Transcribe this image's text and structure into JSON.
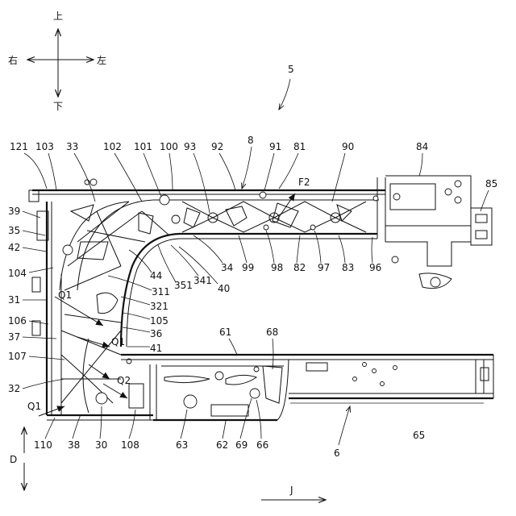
{
  "directions": {
    "up": "上",
    "down": "下",
    "right": "右",
    "left": "左",
    "D": "D",
    "J": "J"
  },
  "assembly_ref": "5",
  "force_label": "F2",
  "callouts": {
    "c121": "121",
    "c103": "103",
    "c33": "33",
    "c102": "102",
    "c101": "101",
    "c100": "100",
    "c93": "93",
    "c92": "92",
    "c8": "8",
    "c91": "91",
    "c81": "81",
    "c90": "90",
    "c84": "84",
    "c85": "85",
    "c39": "39",
    "c35": "35",
    "c42": "42",
    "c104": "104",
    "c34": "34",
    "c99": "99",
    "c98": "98",
    "c82": "82",
    "c97": "97",
    "c83": "83",
    "c96": "96",
    "c44": "44",
    "c341": "341",
    "c40": "40",
    "c311": "311",
    "c351": "351",
    "c321": "321",
    "c105": "105",
    "c31": "31",
    "c106": "106",
    "c37": "37",
    "c107": "107",
    "c32": "32",
    "c36": "36",
    "c41": "41",
    "c61": "61",
    "c68": "68",
    "c110": "110",
    "c38": "38",
    "c30": "30",
    "c108": "108",
    "c63": "63",
    "c62": "62",
    "c69": "69",
    "c66": "66",
    "c65": "65",
    "c6": "6",
    "q1a": "Q1",
    "q1b": "Q1",
    "q1c": "Q1",
    "q2": "Q2"
  }
}
